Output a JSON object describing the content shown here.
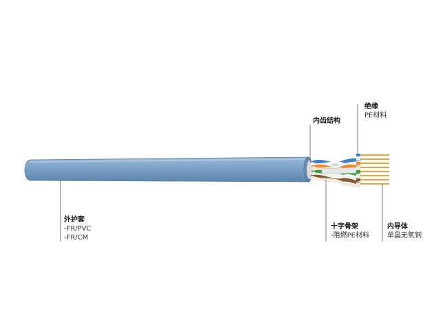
{
  "colors": {
    "jacket": "#7aa1c6",
    "jacket_dark": "#5f86ab",
    "leader_line": "#555555",
    "copper": "#e0b25a"
  },
  "labels": {
    "jacket": {
      "title": "外护套",
      "lines": [
        "-FR/PVC",
        "-FR/CM"
      ]
    },
    "inner_structure": {
      "title": "内齿结构"
    },
    "insulation": {
      "title": "绝缘",
      "line": "PE材料"
    },
    "cross_filler": {
      "title": "十字骨架",
      "line": "-阻燃PE材料"
    },
    "conductor": {
      "title": "内导体",
      "line": "单晶无氧铜"
    }
  }
}
